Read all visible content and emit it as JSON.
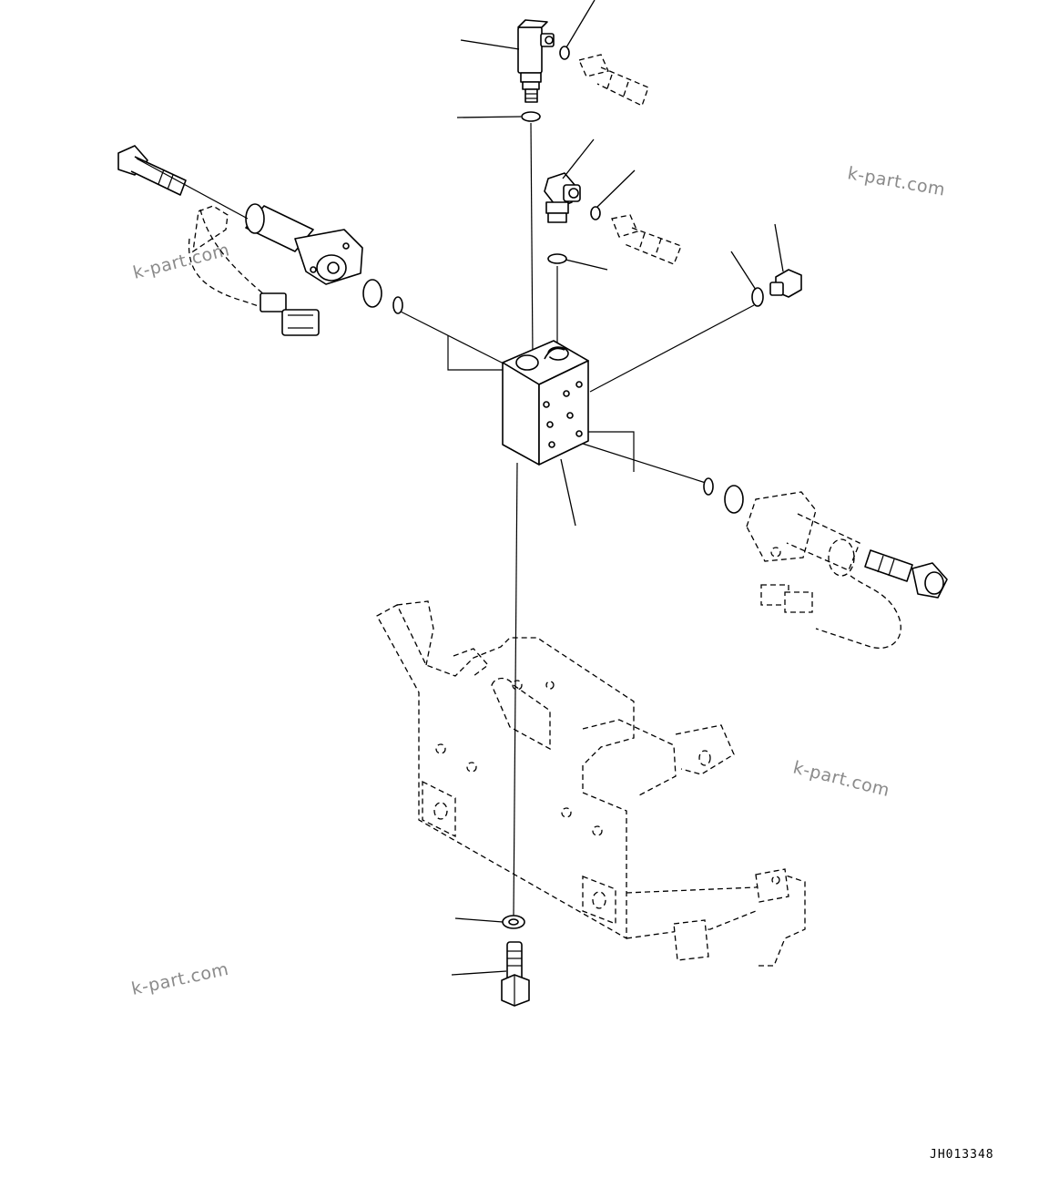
{
  "drawing": {
    "code": "JH013348"
  },
  "watermarks": [
    {
      "text": "k-part.com"
    },
    {
      "text": "k-part.com"
    },
    {
      "text": "k-part.com"
    },
    {
      "text": "k-part.com"
    }
  ]
}
